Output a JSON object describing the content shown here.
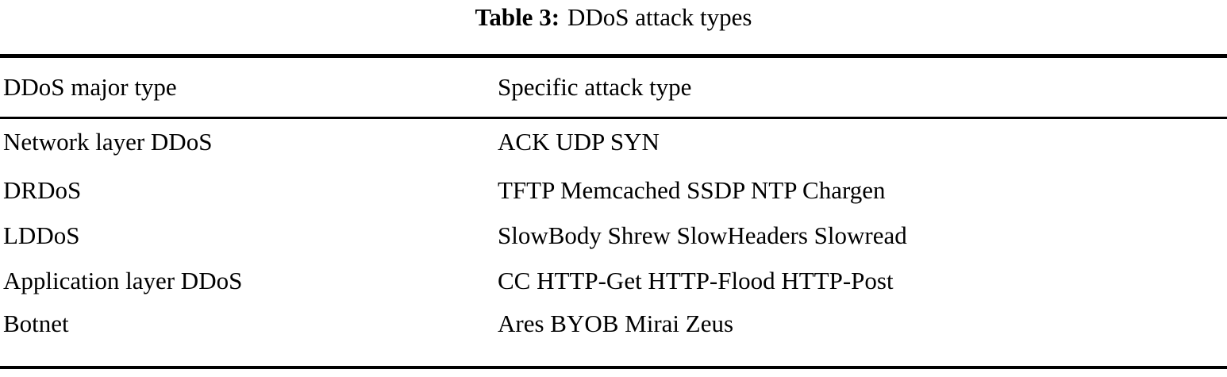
{
  "caption": {
    "label": "Table 3:",
    "text": "DDoS attack types"
  },
  "table": {
    "columns": [
      {
        "header": "DDoS major type"
      },
      {
        "header": "Specific attack type"
      }
    ],
    "rows": [
      {
        "major_type": "Network layer DDoS",
        "specific_types": "ACK UDP SYN"
      },
      {
        "major_type": "DRDoS",
        "specific_types": "TFTP Memcached SSDP NTP Chargen"
      },
      {
        "major_type": "LDDoS",
        "specific_types": "SlowBody Shrew SlowHeaders Slowread"
      },
      {
        "major_type": "Application layer DDoS",
        "specific_types": "CC HTTP-Get HTTP-Flood HTTP-Post"
      },
      {
        "major_type": "Botnet",
        "specific_types": "Ares BYOB Mirai Zeus"
      }
    ]
  },
  "style": {
    "text_color": "#000000",
    "background_color": "#ffffff",
    "rule_color": "#000000"
  }
}
